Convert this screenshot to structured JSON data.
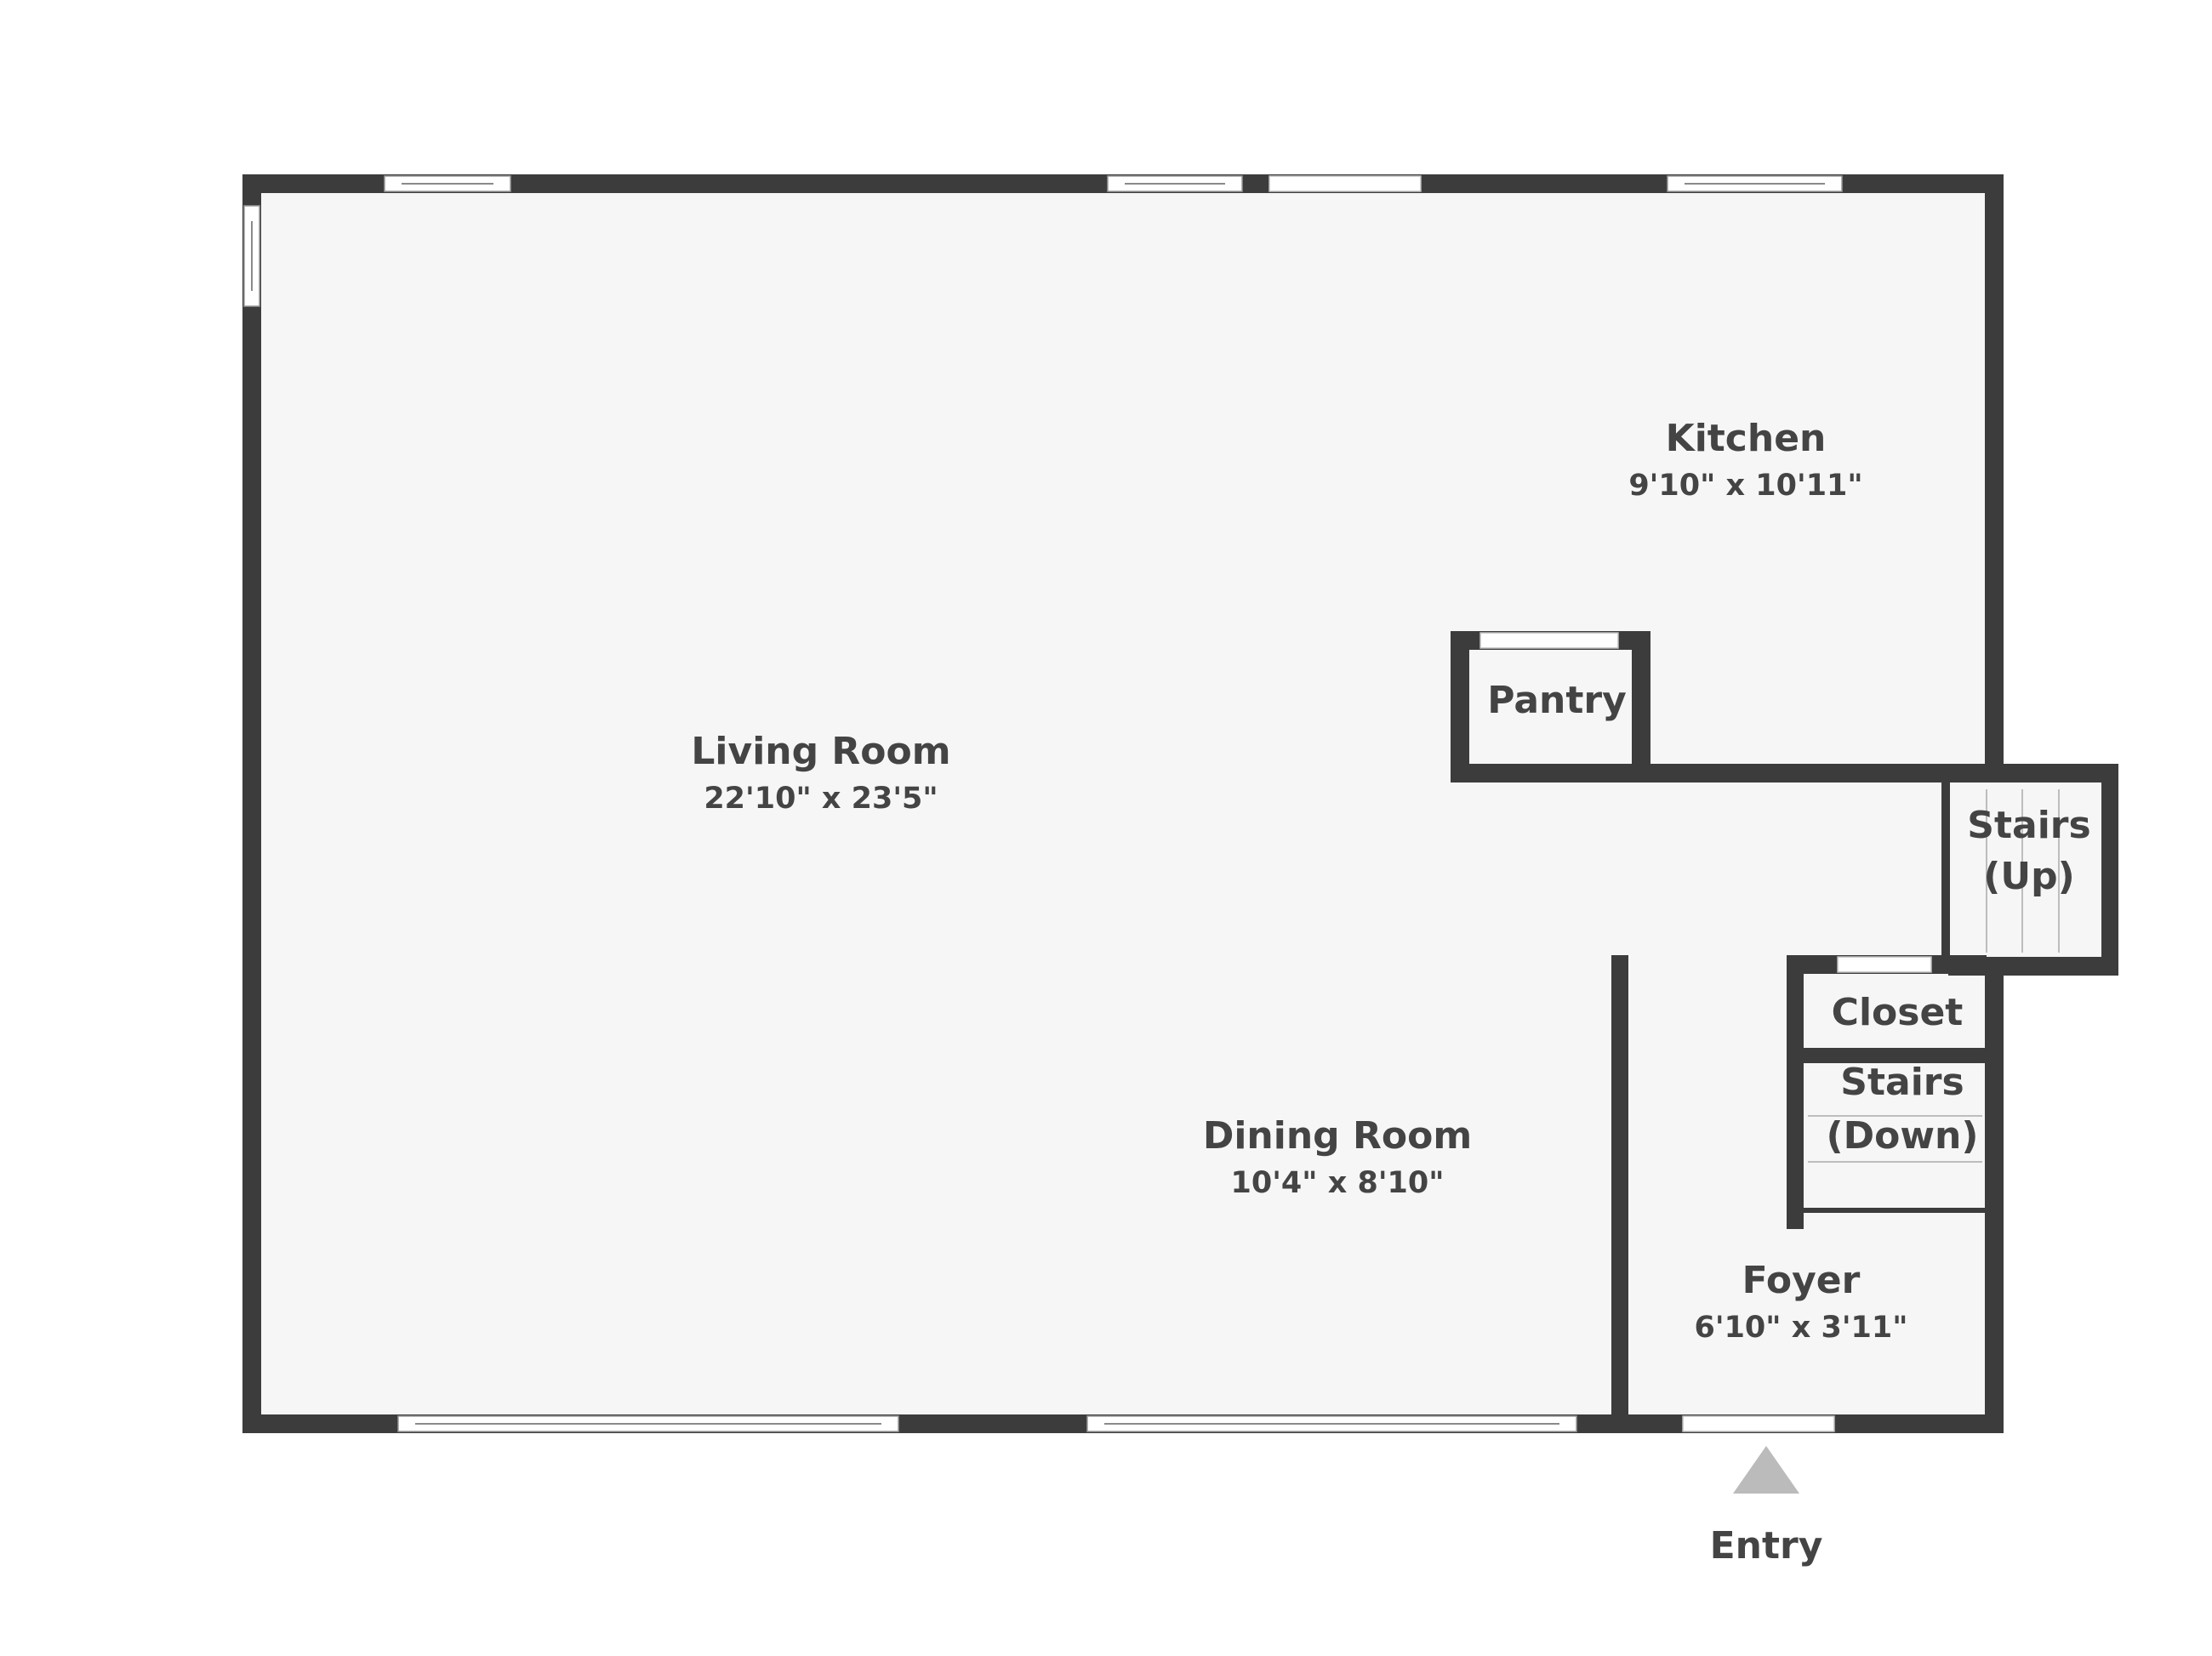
{
  "rooms": [
    {
      "key": "kitchen",
      "name": "Kitchen",
      "dims": "9'10\" x 10'11\""
    },
    {
      "key": "pantry",
      "name": "Pantry",
      "dims": ""
    },
    {
      "key": "living",
      "name": "Living Room",
      "dims": "22'10\" x 23'5\""
    },
    {
      "key": "stairs_up_1",
      "name": "Stairs",
      "dims": ""
    },
    {
      "key": "stairs_up_2",
      "name": "(Up)",
      "dims": ""
    },
    {
      "key": "closet",
      "name": "Closet",
      "dims": ""
    },
    {
      "key": "stairs_down_1",
      "name": "Stairs",
      "dims": ""
    },
    {
      "key": "stairs_down_2",
      "name": "(Down)",
      "dims": ""
    },
    {
      "key": "dining",
      "name": "Dining Room",
      "dims": "10'4\" x 8'10\""
    },
    {
      "key": "foyer",
      "name": "Foyer",
      "dims": "6'10\" x 3'11\""
    }
  ],
  "entry": {
    "label": "Entry",
    "marker_icon": "entry-arrow-icon"
  },
  "colors": {
    "wall": "#3c3c3c",
    "floor": "#f6f6f6",
    "text": "#444444",
    "entry_marker": "#bbbbbb"
  }
}
